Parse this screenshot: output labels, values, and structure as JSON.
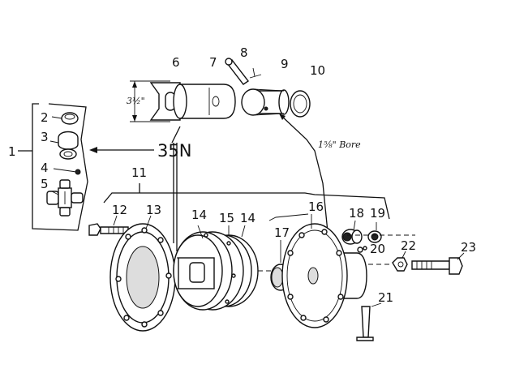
{
  "callouts": {
    "c1": "1",
    "c2": "2",
    "c3": "3",
    "c4": "4",
    "c5": "5",
    "c6": "6",
    "c7": "7",
    "c8": "8",
    "c9": "9",
    "c10": "10",
    "c11": "11",
    "c12": "12",
    "c13": "13",
    "c14a": "14",
    "c15": "15",
    "c14b": "14",
    "c16": "16",
    "c17": "17",
    "c18": "18",
    "c19": "19",
    "c20": "20",
    "c21": "21",
    "c22": "22",
    "c23": "23"
  },
  "assembly_label": "35N",
  "dimensions": {
    "shaft_length": "3½\"",
    "bore": "1⅝\" Bore"
  }
}
